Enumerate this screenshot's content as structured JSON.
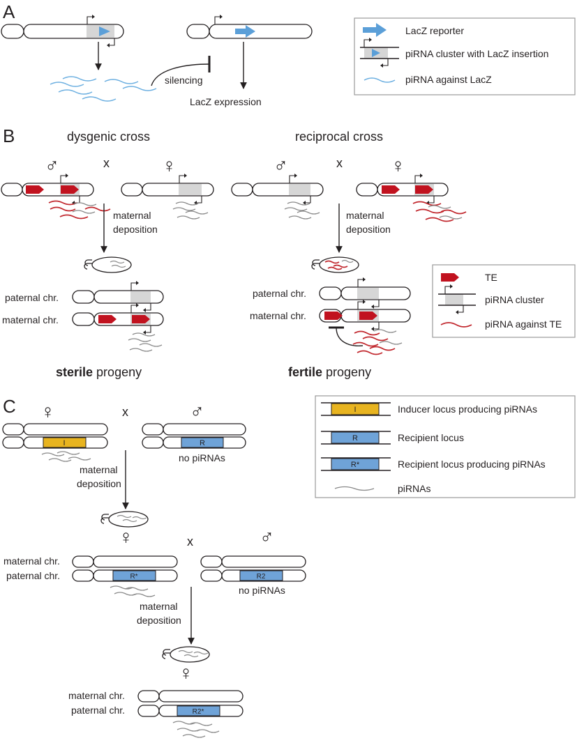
{
  "panels": {
    "a": "A",
    "b": "B",
    "c": "C"
  },
  "panel_a": {
    "silencing": "silencing",
    "expression": "LacZ expression",
    "legend": {
      "reporter": "LacZ reporter",
      "cluster_insertion": "piRNA cluster with LacZ insertion",
      "pirna_lacz": "piRNA against LacZ"
    }
  },
  "panel_b": {
    "dysgenic": {
      "title": "dysgenic cross",
      "male_symbol": "♂",
      "cross": "x",
      "female_symbol": "♀",
      "deposition_1": "maternal",
      "deposition_2": "deposition",
      "paternal": "paternal chr.",
      "maternal": "maternal chr.",
      "progeny_bold": "sterile",
      "progeny_rest": " progeny"
    },
    "reciprocal": {
      "title": "reciprocal cross",
      "male_symbol": "♂",
      "cross": "x",
      "female_symbol": "♀",
      "deposition_1": "maternal",
      "deposition_2": "deposition",
      "paternal": "paternal chr.",
      "maternal": "maternal chr.",
      "progeny_bold": "fertile",
      "progeny_rest": " progeny"
    },
    "legend": {
      "te": "TE",
      "cluster": "piRNA cluster",
      "pirna_te": "piRNA against TE"
    }
  },
  "panel_c": {
    "female_symbol": "♀",
    "male_symbol": "♂",
    "cross": "x",
    "locus_i": "I",
    "locus_r": "R",
    "locus_r_star": "R*",
    "locus_r2": "R2",
    "locus_r2_star": "R2*",
    "no_pirnas": "no piRNAs",
    "deposition_1": "maternal",
    "deposition_2": "deposition",
    "maternal": "maternal chr.",
    "paternal": "paternal chr.",
    "legend": {
      "inducer": "Inducer locus producing piRNAs",
      "recipient": "Recipient locus",
      "recipient_producing": "Recipient locus producing piRNAs",
      "pirnas": "piRNAs",
      "i": "I",
      "r": "R",
      "r_star": "R*"
    }
  },
  "colors": {
    "lacz_blue": "#5b9fd8",
    "te_red": "#c1121f",
    "inducer_yellow": "#e8b420",
    "recipient_blue": "#6fa3d8",
    "cluster_grey": "#d6d6d6"
  }
}
